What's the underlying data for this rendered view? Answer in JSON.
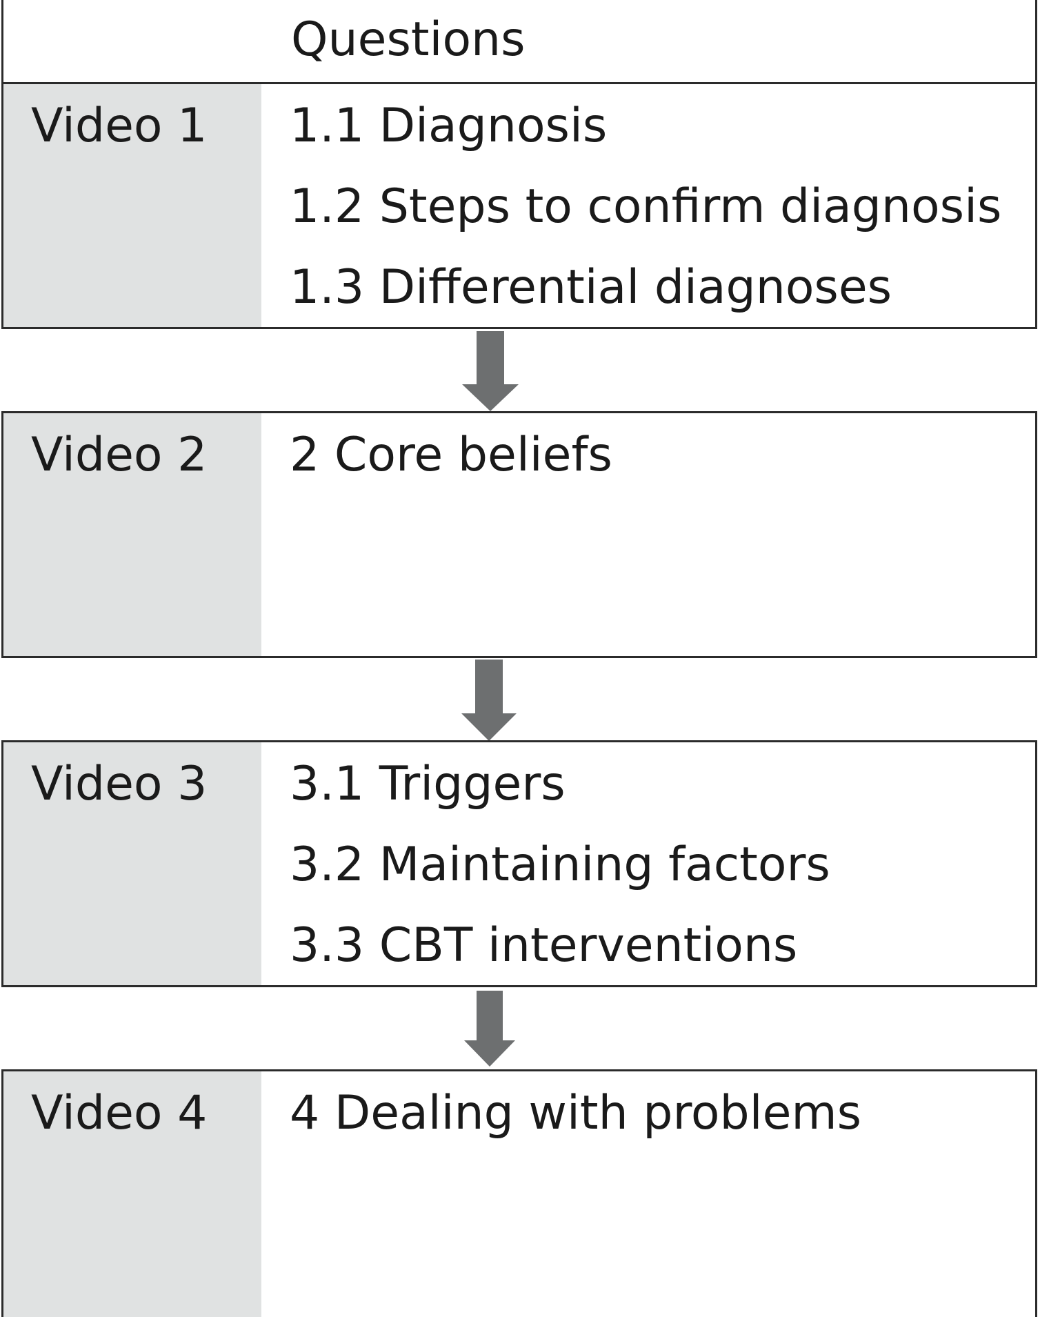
{
  "header": {
    "title": "Questions"
  },
  "videos": [
    {
      "label": "Video 1",
      "items": [
        "1.1 Diagnosis",
        "1.2 Steps to confirm diagnosis",
        "1.3 Differential diagnoses"
      ]
    },
    {
      "label": "Video 2",
      "items": [
        "2 Core beliefs"
      ]
    },
    {
      "label": "Video 3",
      "items": [
        "3.1 Triggers",
        "3.2 Maintaining factors",
        "3.3 CBT interventions"
      ]
    },
    {
      "label": "Video 4",
      "items": [
        "4 Dealing with problems"
      ]
    }
  ],
  "colors": {
    "label_background": "#e0e2e2",
    "border": "#2b2b2b",
    "arrow": "#6d6f70",
    "text": "#1a1a1a"
  }
}
